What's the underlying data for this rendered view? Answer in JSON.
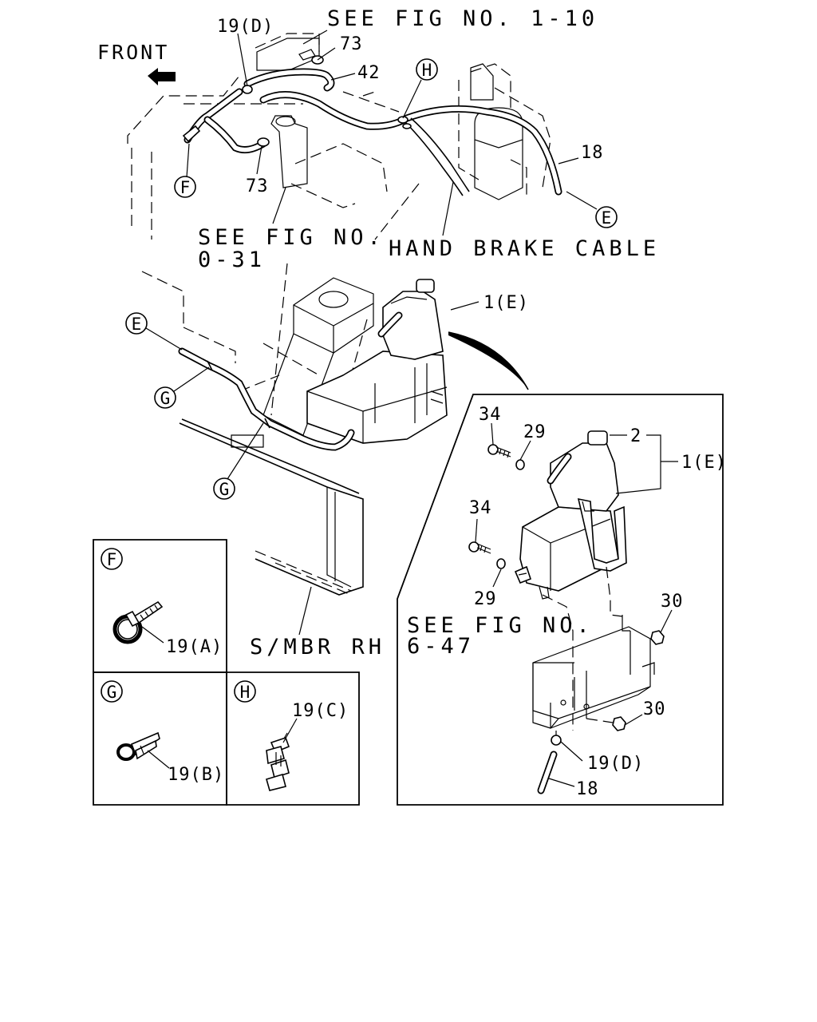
{
  "labels": {
    "see_fig_1_10": "SEE FIG NO. 1-10",
    "front": "FRONT",
    "p19d_top": "19(D)",
    "p73_top": "73",
    "p42": "42",
    "p73_bottom": "73",
    "p18_top": "18",
    "see_fig_0_31_line1": "SEE FIG NO.",
    "see_fig_0_31_line2": "0-31",
    "hand_brake_cable": "HAND BRAKE CABLE",
    "p1e_main": "1(E)",
    "smbr_rh": "S/MBR RH",
    "p34_a": "34",
    "p29_a": "29",
    "p2": "2",
    "p1e_detail": "1(E)",
    "p34_b": "34",
    "p29_b": "29",
    "p30_a": "30",
    "see_fig_6_47_line1": "SEE FIG NO.",
    "see_fig_6_47_line2": "6-47",
    "p30_b": "30",
    "p19d_detail": "19(D)",
    "p18_detail": "18",
    "p19a": "19(A)",
    "p19b": "19(B)",
    "p19c": "19(C)"
  },
  "callouts": {
    "F": "F",
    "E": "E",
    "H": "H",
    "G": "G"
  }
}
